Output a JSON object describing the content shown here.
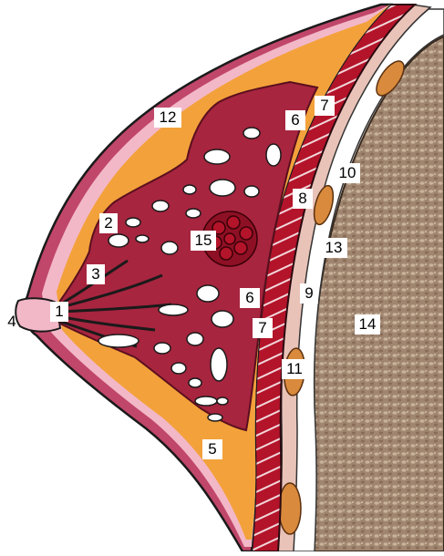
{
  "figure": {
    "labels": {
      "l1": "1",
      "l2": "2",
      "l3": "3",
      "l4": "4",
      "l5": "5",
      "l6a": "6",
      "l6b": "6",
      "l7a": "7",
      "l7b": "7",
      "l8": "8",
      "l9": "9",
      "l10": "10",
      "l11": "11",
      "l12": "12",
      "l13": "13",
      "l14": "14",
      "l15": "15"
    },
    "colors": {
      "skin_outer": "#c0466a",
      "skin_inner": "#f2b8c8",
      "fat": "#f3a13a",
      "gland": "#a7253f",
      "gland_light": "#c24a62",
      "muscle": "#b3142a",
      "muscle_stripe": "#f2d6da",
      "rib_cartilage": "#d98a3c",
      "chest_wall": "#a08670",
      "chest_dots": "#c9b29a",
      "nodule": "#8e1024"
    }
  }
}
